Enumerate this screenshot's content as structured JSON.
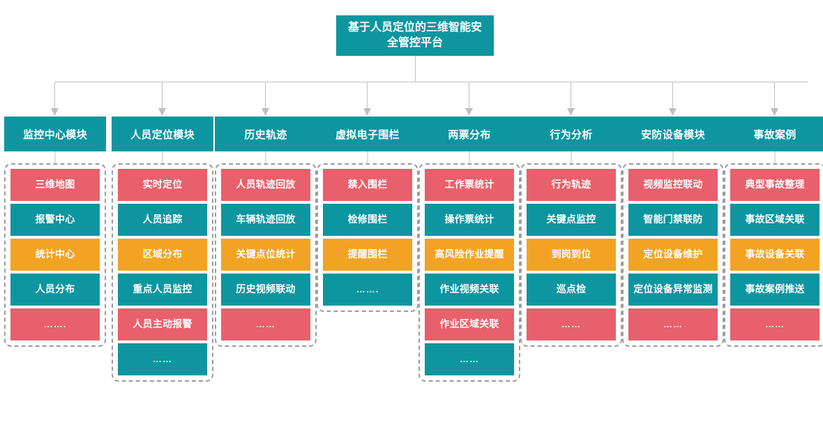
{
  "root": {
    "title": "基于人员定位的三维智能安全管控平台"
  },
  "colors": {
    "teal": "#0d96a0",
    "red": "#e8606b",
    "orange": "#f3a324",
    "connector": "#bfbfbf",
    "dashed_border": "#9d9d9d",
    "background": "#ffffff",
    "text_on_fill": "#ffffff"
  },
  "columns": [
    {
      "header": "监控中心模块",
      "items": [
        {
          "label": "三维地图",
          "color": "red"
        },
        {
          "label": "报警中心",
          "color": "teal"
        },
        {
          "label": "统计中心",
          "color": "orange"
        },
        {
          "label": "人员分布",
          "color": "teal"
        },
        {
          "label": "…….",
          "color": "red"
        }
      ]
    },
    {
      "header": "人员定位模块",
      "items": [
        {
          "label": "实时定位",
          "color": "red"
        },
        {
          "label": "人员追踪",
          "color": "teal"
        },
        {
          "label": "区域分布",
          "color": "orange"
        },
        {
          "label": "重点人员监控",
          "color": "teal"
        },
        {
          "label": "人员主动报警",
          "color": "red"
        },
        {
          "label": "……",
          "color": "teal"
        }
      ]
    },
    {
      "header": "历史轨迹",
      "items": [
        {
          "label": "人员轨迹回放",
          "color": "red"
        },
        {
          "label": "车辆轨迹回放",
          "color": "teal"
        },
        {
          "label": "关键点位统计",
          "color": "orange"
        },
        {
          "label": "历史视频联动",
          "color": "teal"
        },
        {
          "label": "……",
          "color": "red"
        }
      ]
    },
    {
      "header": "虚拟电子围栏",
      "items": [
        {
          "label": "禁入围栏",
          "color": "red"
        },
        {
          "label": "检修围栏",
          "color": "teal"
        },
        {
          "label": "提醒围栏",
          "color": "orange"
        },
        {
          "label": "…….",
          "color": "teal"
        }
      ]
    },
    {
      "header": "两票分布",
      "items": [
        {
          "label": "工作票统计",
          "color": "red"
        },
        {
          "label": "操作票统计",
          "color": "teal"
        },
        {
          "label": "高风险作业提醒",
          "color": "orange"
        },
        {
          "label": "作业视频关联",
          "color": "teal"
        },
        {
          "label": "作业区域关联",
          "color": "red"
        },
        {
          "label": "……",
          "color": "teal"
        }
      ]
    },
    {
      "header": "行为分析",
      "items": [
        {
          "label": "行为轨迹",
          "color": "red"
        },
        {
          "label": "关键点监控",
          "color": "teal"
        },
        {
          "label": "到岗到位",
          "color": "orange"
        },
        {
          "label": "巡点检",
          "color": "teal"
        },
        {
          "label": "……",
          "color": "red"
        }
      ]
    },
    {
      "header": "安防设备模块",
      "items": [
        {
          "label": "视频监控联动",
          "color": "red"
        },
        {
          "label": "智能门禁联防",
          "color": "teal"
        },
        {
          "label": "定位设备维护",
          "color": "orange"
        },
        {
          "label": "定位设备异常监测",
          "color": "teal"
        },
        {
          "label": "……",
          "color": "red"
        }
      ]
    },
    {
      "header": "事故案例",
      "items": [
        {
          "label": "典型事故整理",
          "color": "red"
        },
        {
          "label": "事故区域关联",
          "color": "teal"
        },
        {
          "label": "事故设备关联",
          "color": "orange"
        },
        {
          "label": "事故案例推送",
          "color": "teal"
        },
        {
          "label": "……",
          "color": "red"
        }
      ]
    }
  ]
}
